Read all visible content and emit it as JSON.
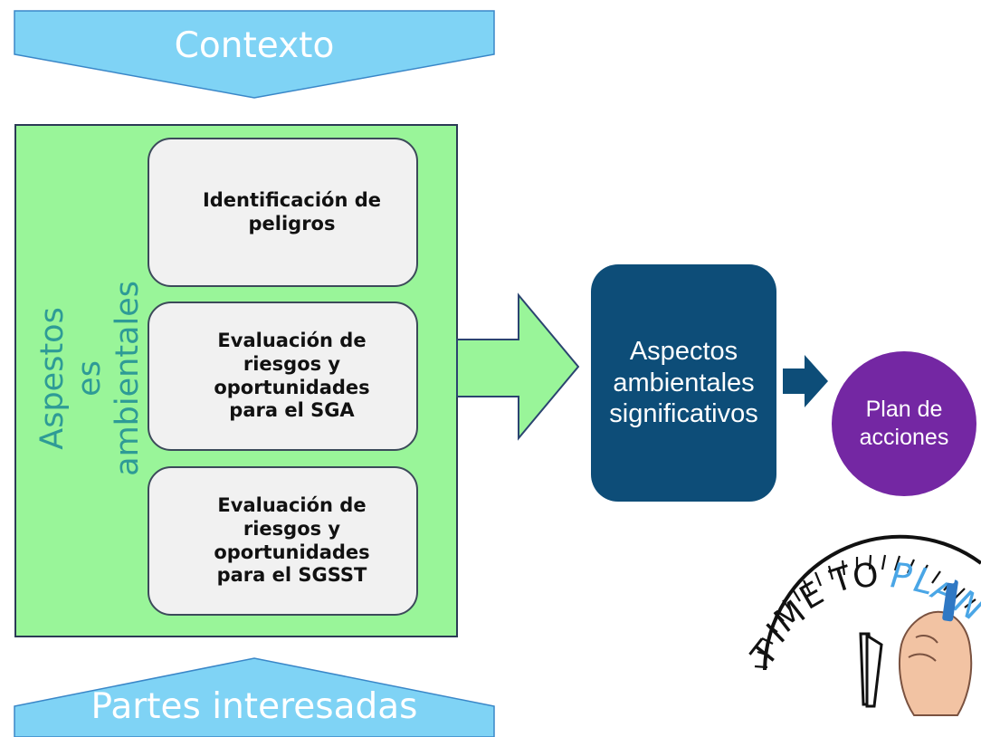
{
  "banners": {
    "top": "Contexto",
    "bottom": "Partes interesadas"
  },
  "left_panel": {
    "vertical_label": "Aspestos\nes ambientales",
    "steps": [
      "Identificación de\npeligros",
      "Evaluación de\nriesgos y\noportunidades\npara el SGA",
      "Evaluación de\nriesgos y\noportunidades\npara el SGSST"
    ]
  },
  "result_box": "Aspectos\nambientales\nsignificativos",
  "plan_circle": "Plan de\nacciones",
  "clock_graphic": {
    "text": "TIME TO PLAN"
  },
  "colors": {
    "banner": "#7fd3f5",
    "panel": "#99f599",
    "result_box": "#0d4d78",
    "plan_circle": "#7427a3",
    "label_teal": "#2e9b96"
  }
}
